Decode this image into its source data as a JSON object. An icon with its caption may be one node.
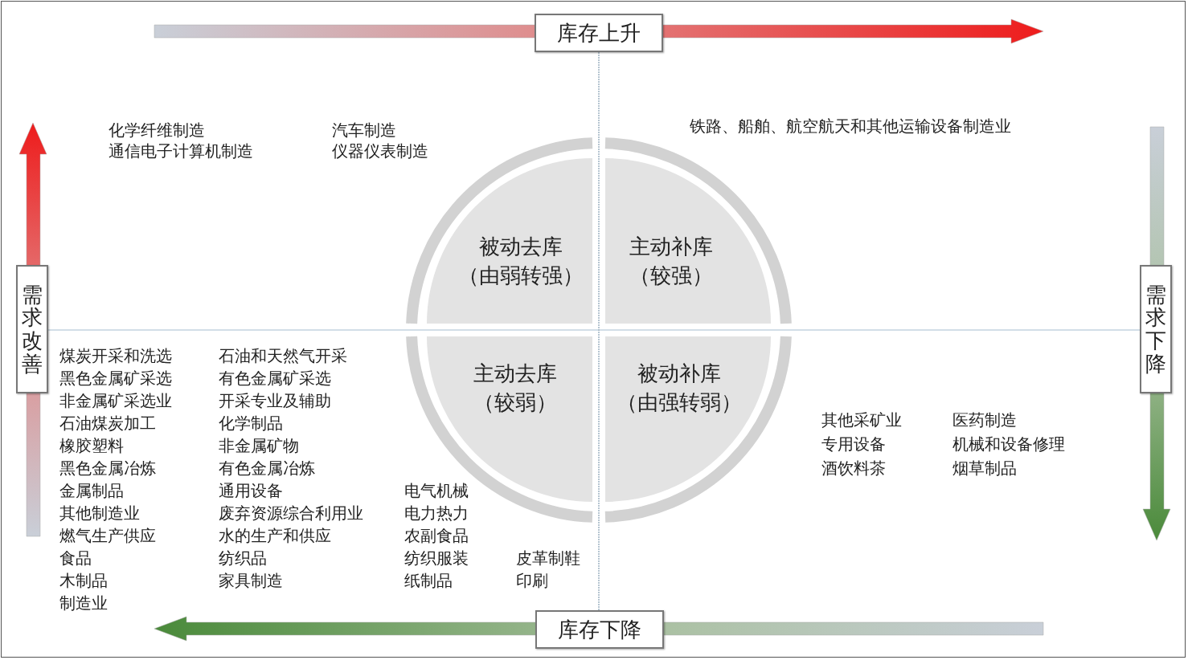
{
  "diagram": {
    "nodes": [
      {
        "text": [
          "库存上升"
        ]
      },
      {
        "text": [
          "需求改善"
        ]
      },
      {
        "text": [
          "需求下降"
        ]
      },
      {
        "text": [
          "库存下降"
        ]
      },
      {
        "text": [
          "被动去库",
          "（由弱转强）"
        ]
      },
      {
        "text": [
          "主动补库",
          "（较强）"
        ]
      },
      {
        "text": [
          "主动去库",
          "（较弱）"
        ]
      },
      {
        "text": [
          "被动补库",
          "（由强转弱）"
        ]
      }
    ],
    "edges": [],
    "labels": [
      "化学纤维制造",
      "通信电子计算机制造",
      "汽车制造",
      "仪器仪表制造",
      "铁路、船舶、航空航天和其他运输设备制造业",
      "煤炭开采和洗选",
      "黑色金属矿采选",
      "非金属矿采选业",
      "石油煤炭加工",
      "橡胶塑料",
      "黑色金属冶炼",
      "金属制品",
      "其他制造业",
      "燃气生产供应",
      "食品",
      "木制品",
      "制造业",
      "石油和天然气开采",
      "有色金属矿采选",
      "开采专业及辅助",
      "化学制品",
      "非金属矿物",
      "有色金属冶炼",
      "通用设备",
      "废弃资源综合利用业",
      "水的生产和供应",
      "纺织品",
      "家具制造",
      "电气机械",
      "电力热力",
      "农副食品",
      "纺织服装",
      "纸制品",
      "皮革制鞋",
      "印刷",
      "其他采矿业",
      "专用设备",
      "酒饮料茶",
      "医药制造",
      "机械和设备修理",
      "烟草制品"
    ]
  }
}
